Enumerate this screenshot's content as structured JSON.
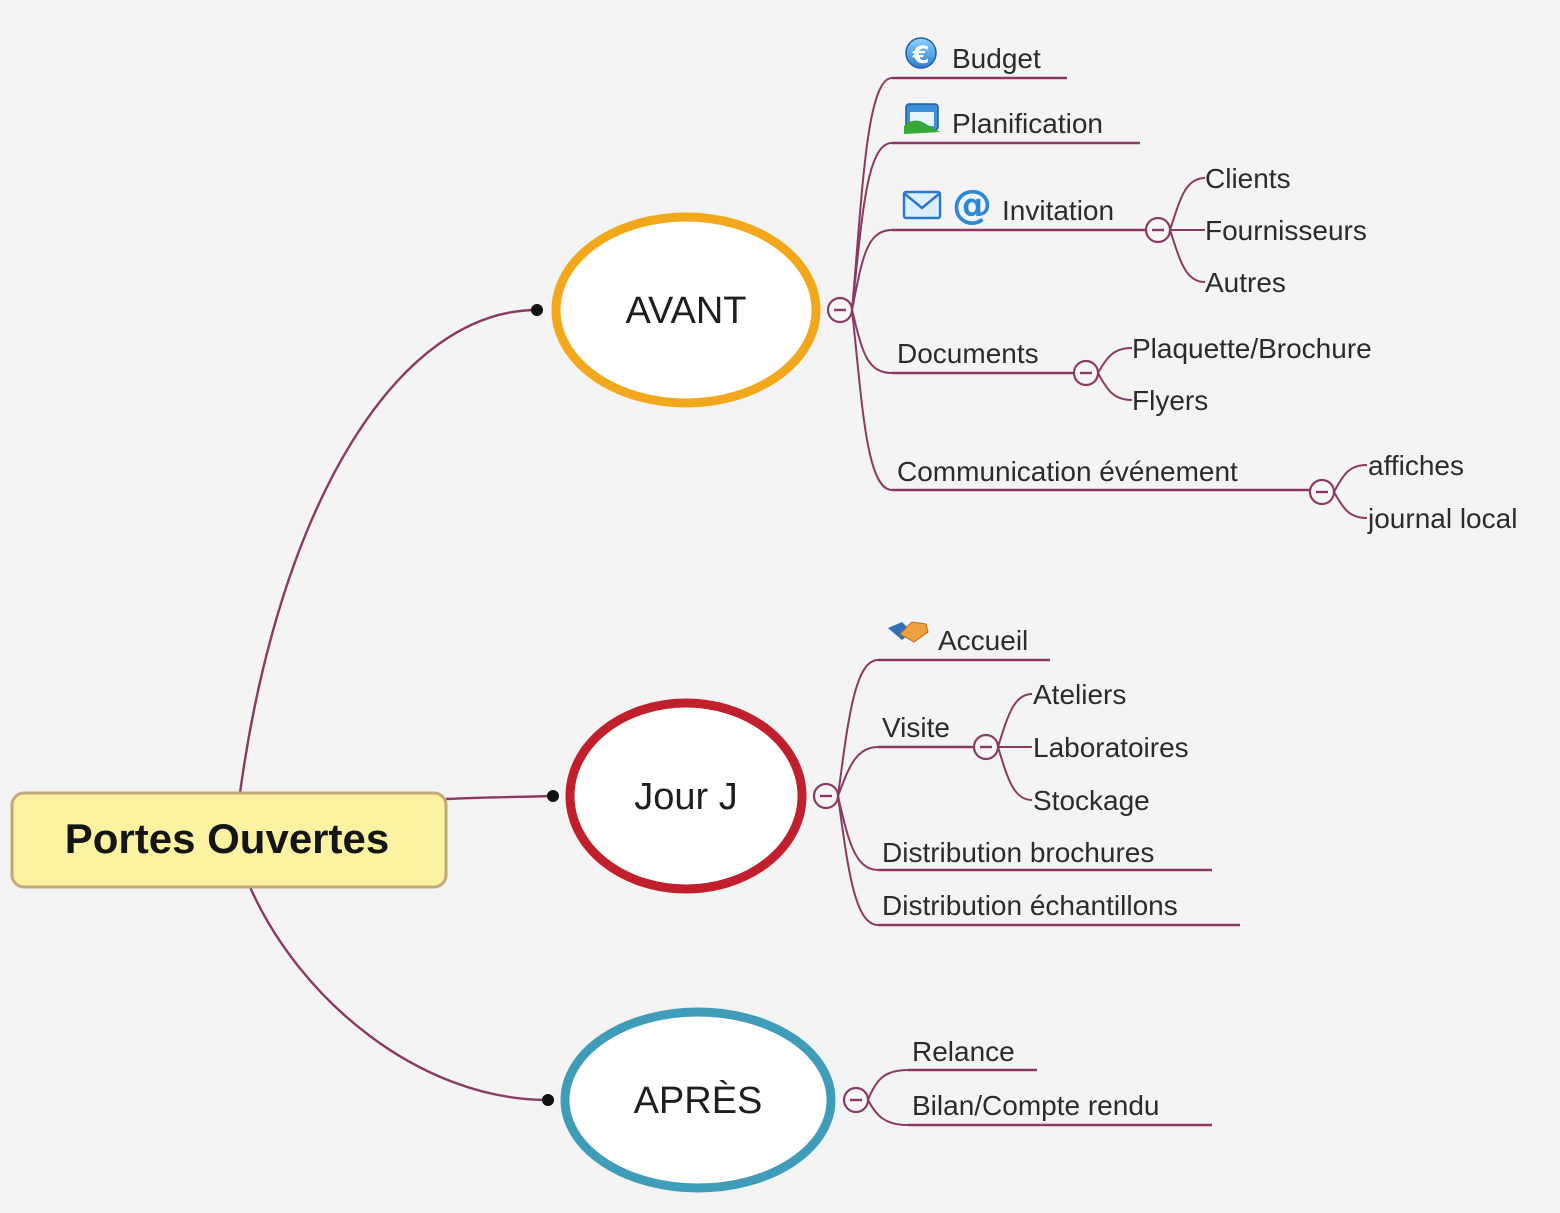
{
  "root": {
    "label": "Portes Ouvertes",
    "fill": "#fbf3a2",
    "stroke": "#c2a97a"
  },
  "collapse_symbol": "−",
  "colors": {
    "connector": "#8a3a62",
    "avant": "#f2a81a",
    "jour": "#c01f2b",
    "apres": "#3f9dba"
  },
  "branches": {
    "avant": {
      "label": "AVANT",
      "items": {
        "budget": {
          "label": "Budget",
          "icon": "euro-icon"
        },
        "planification": {
          "label": "Planification",
          "icon": "calendar-icon"
        },
        "invitation": {
          "label": "Invitation",
          "icons": [
            "envelope-icon",
            "at-sign-icon"
          ],
          "children": [
            "Clients",
            "Fournisseurs",
            "Autres"
          ]
        },
        "documents": {
          "label": "Documents",
          "children": [
            "Plaquette/Brochure",
            "Flyers"
          ]
        },
        "communication": {
          "label": "Communication événement",
          "children": [
            "affiches",
            "journal local"
          ]
        }
      }
    },
    "jour": {
      "label": "Jour J",
      "items": {
        "accueil": {
          "label": "Accueil",
          "icon": "handshake-icon"
        },
        "visite": {
          "label": "Visite",
          "children": [
            "Ateliers",
            "Laboratoires",
            "Stockage"
          ]
        },
        "distribution_brochures": {
          "label": "Distribution brochures"
        },
        "distribution_echantillons": {
          "label": "Distribution échantillons"
        }
      }
    },
    "apres": {
      "label": "APRÈS",
      "items": {
        "relance": {
          "label": "Relance"
        },
        "bilan": {
          "label": "Bilan/Compte rendu"
        }
      }
    }
  }
}
